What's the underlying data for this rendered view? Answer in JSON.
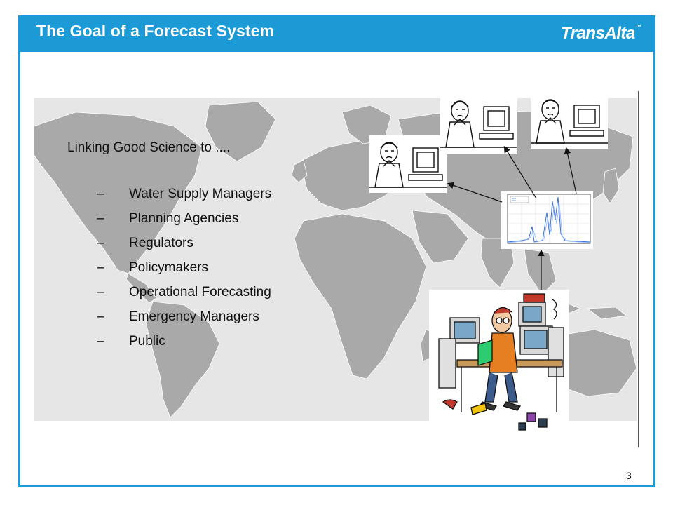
{
  "slide": {
    "title": "The Goal of a Forecast System",
    "logo_text": "TransAlta",
    "logo_mark": "™",
    "page_number": "3"
  },
  "content": {
    "intro": "Linking Good Science to ....",
    "bullets": [
      {
        "dash": "–",
        "label": "Water Supply Managers"
      },
      {
        "dash": "–",
        "label": "Planning Agencies"
      },
      {
        "dash": "–",
        "label": "Regulators"
      },
      {
        "dash": "–",
        "label": "Policymakers"
      },
      {
        "dash": "–",
        "label": "Operational Forecasting"
      },
      {
        "dash": "–",
        "label": "Emergency Managers"
      },
      {
        "dash": "–",
        "label": "Public"
      }
    ]
  },
  "colors": {
    "accent": "#1b9ad6",
    "map_land": "#a9a9a9",
    "map_background": "#e6e6e6"
  }
}
